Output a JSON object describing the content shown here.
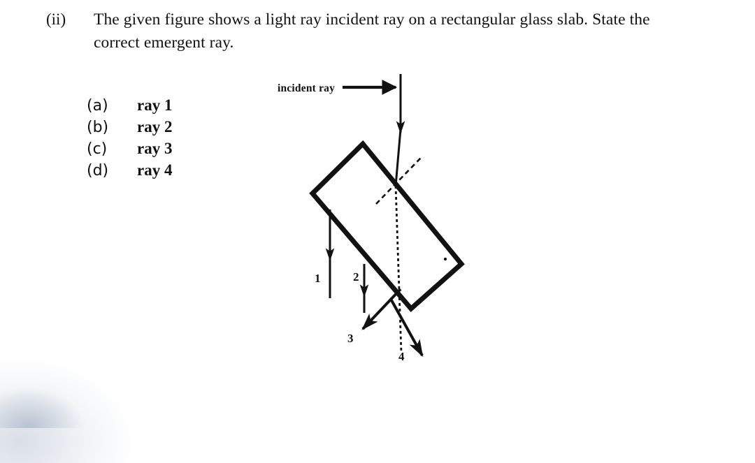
{
  "question": {
    "marker": "(ii)",
    "text": "The given figure shows a light ray incident ray on a rectangular glass slab. State the correct emergent ray."
  },
  "options": [
    {
      "key": "(a)",
      "label": "ray 1"
    },
    {
      "key": "(b)",
      "label": "ray 2"
    },
    {
      "key": "(c)",
      "label": "ray 3"
    },
    {
      "key": "(d)",
      "label": "ray 4"
    }
  ],
  "figure": {
    "incident_label": "incident ray",
    "ray_labels": {
      "one": "1",
      "two": "2",
      "three": "3",
      "four": "4"
    },
    "colors": {
      "ink": "#111111",
      "paper": "#ffffff"
    }
  }
}
